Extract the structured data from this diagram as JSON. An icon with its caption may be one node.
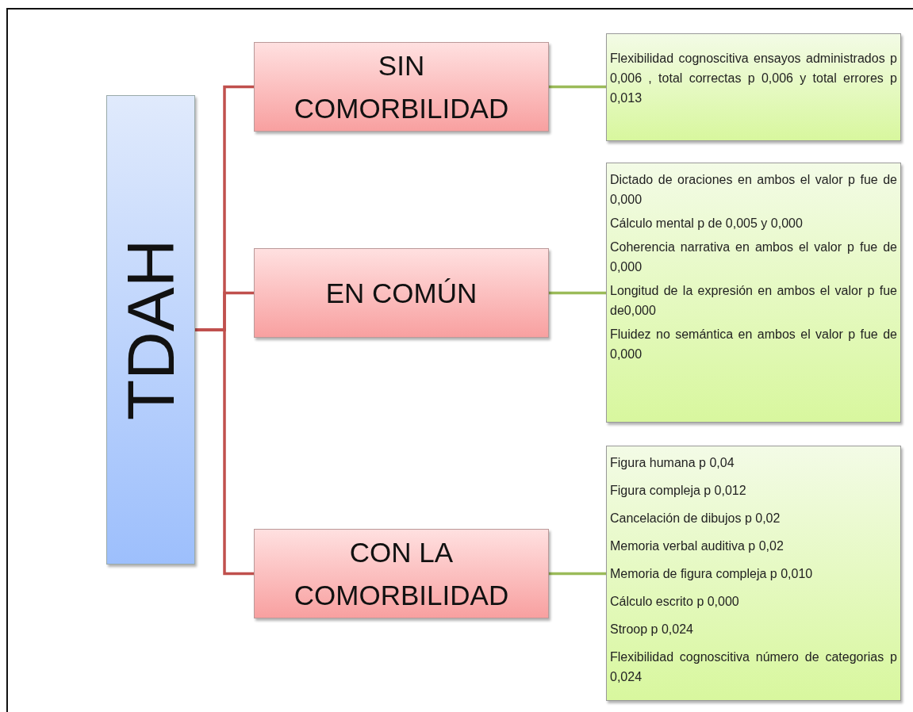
{
  "diagram": {
    "nodes": [
      {
        "text": [
          "TDAH"
        ]
      },
      {
        "text": [
          "SIN COMORBILIDAD"
        ]
      },
      {
        "text": [
          "EN COMÚN"
        ]
      },
      {
        "text": [
          "CON LA COMORBILIDAD"
        ]
      },
      {
        "text": [
          "Flexibilidad cognoscitiva ensayos administrados p 0,006 , total correctas p 0,006 y total errores p 0,013"
        ]
      },
      {
        "text": [
          "Dictado de oraciones en ambos el valor p fue de 0,000",
          "Cálculo mental p de 0,005 y 0,000",
          "Coherencia narrativa en ambos el valor p fue de 0,000",
          "Longitud de la expresión en ambos el valor p fue de0,000",
          "Fluidez no semántica en ambos el valor p fue de 0,000"
        ]
      },
      {
        "text": [
          "Figura humana p 0,04",
          "Figura compleja p 0,012",
          "Cancelación de dibujos p 0,02",
          "Memoria verbal auditiva p 0,02",
          "Memoria de figura compleja p 0,010",
          "Cálculo escrito p 0,000",
          "Stroop p 0,024",
          "Flexibilidad cognoscitiva número de categorias p 0,024"
        ]
      }
    ],
    "edges": [
      {
        "from": 0,
        "to": 1,
        "arrow": "none",
        "color": "#c0504d"
      },
      {
        "from": 0,
        "to": 2,
        "arrow": "none",
        "color": "#c0504d"
      },
      {
        "from": 0,
        "to": 3,
        "arrow": "none",
        "color": "#c0504d"
      },
      {
        "from": 1,
        "to": 4,
        "arrow": "none",
        "color": "#9bbb59"
      },
      {
        "from": 2,
        "to": 5,
        "arrow": "none",
        "color": "#9bbb59"
      },
      {
        "from": 3,
        "to": 6,
        "arrow": "none",
        "color": "#9bbb59"
      }
    ]
  }
}
